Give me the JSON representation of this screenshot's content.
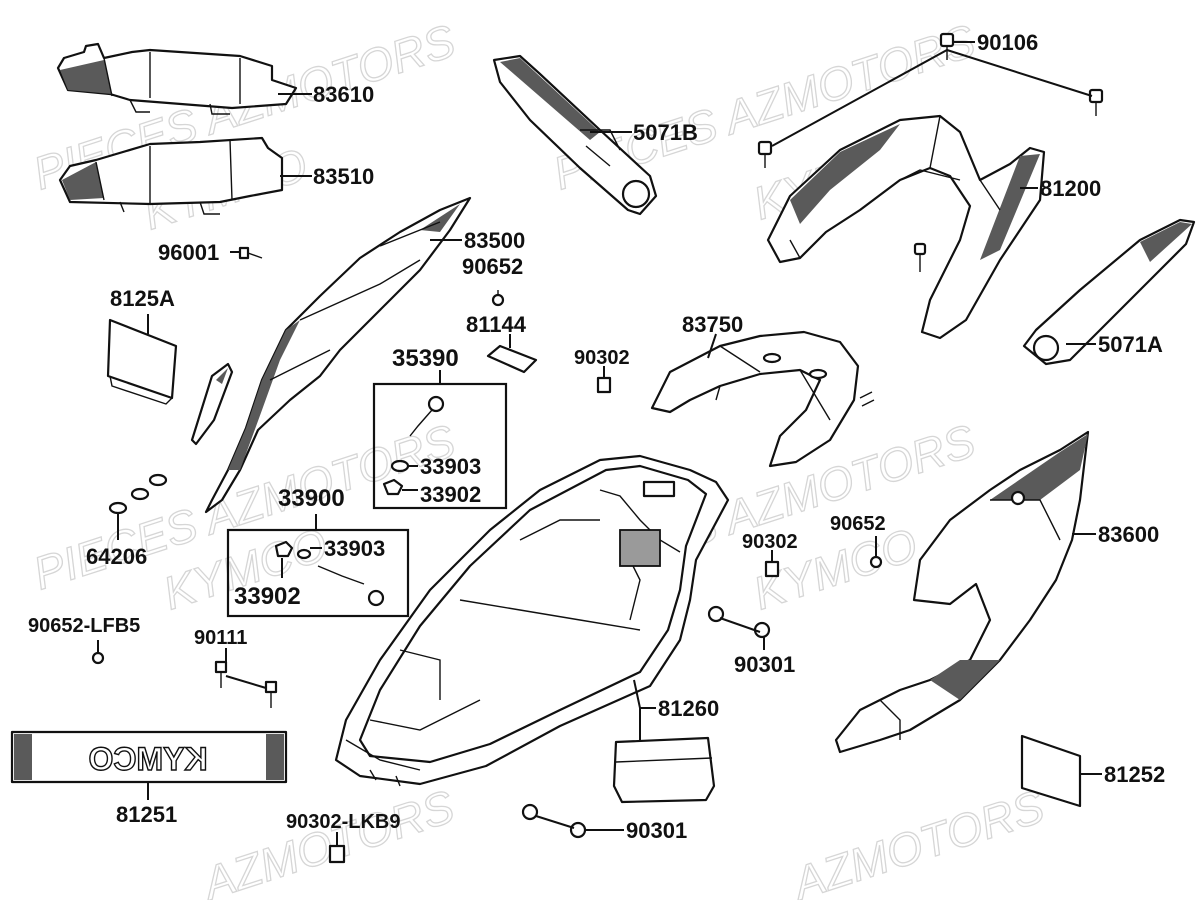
{
  "watermark": {
    "brand": "PIECES AZMOTORS",
    "make": "KYMCO",
    "fragment": "AZMOTORS"
  },
  "callouts": {
    "p83610": "83610",
    "p83510": "83510",
    "p5071B": "5071B",
    "p90106": "90106",
    "p81200": "81200",
    "p96001": "96001",
    "p83500": "83500",
    "p90652_top": "90652",
    "p81144": "81144",
    "p8125A": "8125A",
    "p35390": "35390",
    "p90302_top": "90302",
    "p83750": "83750",
    "p5071A": "5071A",
    "p33903_a": "33903",
    "p33902_a": "33902",
    "p33900": "33900",
    "p33903_b": "33903",
    "p33902_b": "33902",
    "p64206": "64206",
    "p90652_right": "90652",
    "p90302_mid": "90302",
    "p83600": "83600",
    "p90652_LFB5": "90652-LFB5",
    "p90111": "90111",
    "p90301_a": "90301",
    "p81260": "81260",
    "p81251": "81251",
    "p81252": "81252",
    "p90302_LKB9": "90302-LKB9",
    "p90301_b": "90301"
  },
  "emblem_text": "KYMCO",
  "colors": {
    "line": "#111111",
    "watermark": "#d6d6d6",
    "fill": "#ffffff"
  }
}
